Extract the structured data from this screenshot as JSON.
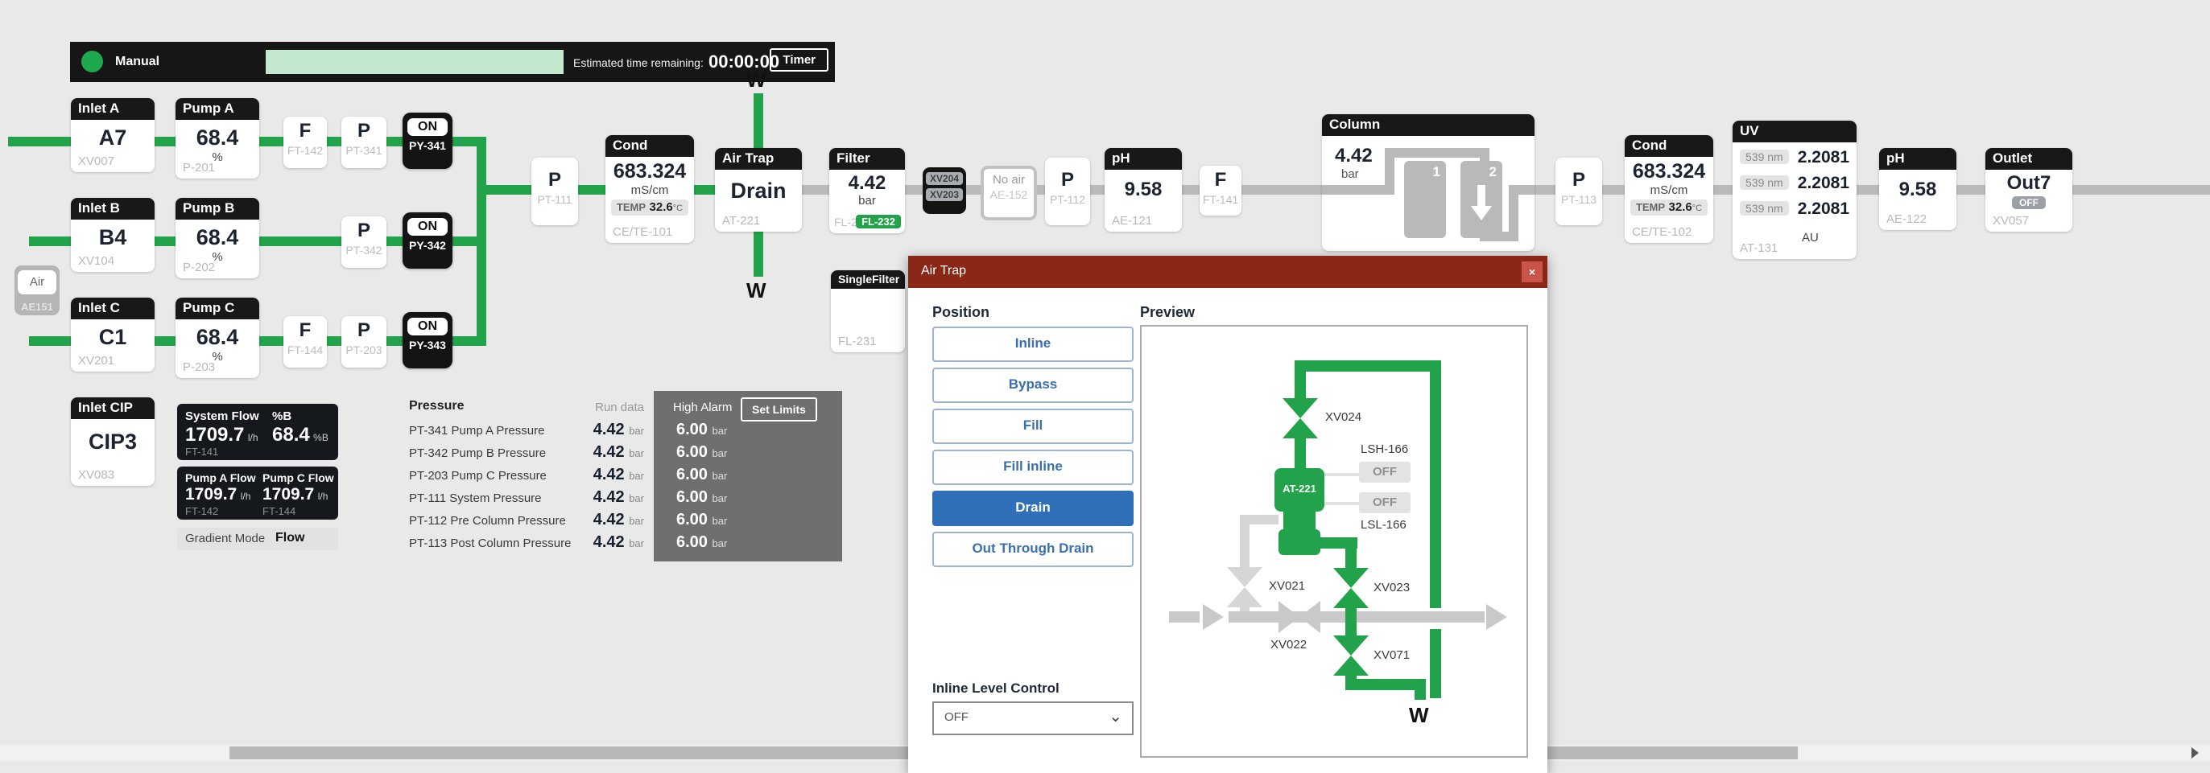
{
  "colors": {
    "accent_green": "#22a24a",
    "pipe_gray": "#b9b9b9",
    "dialog_red": "#8a2716",
    "selected_blue": "#2f6fb8",
    "alarm_panel_gray": "#6f6f6f",
    "progress_green": "#c4e8cd"
  },
  "topbar": {
    "mode": "Manual",
    "eta_label": "Estimated time remaining:",
    "eta_value": "00:00:00",
    "timer": "Timer"
  },
  "rows": {
    "a": {
      "inlet": {
        "title": "Inlet A",
        "value": "A7",
        "tag": "XV007"
      },
      "pump": {
        "title": "Pump A",
        "value": "68.4",
        "unit": "%",
        "tag": "P-201"
      },
      "f": {
        "letter": "F",
        "tag": "FT-142"
      },
      "p": {
        "letter": "P",
        "tag": "PT-341"
      },
      "valve": {
        "state": "ON",
        "tag": "PY-341"
      }
    },
    "b": {
      "inlet": {
        "title": "Inlet B",
        "value": "B4",
        "tag": "XV104"
      },
      "pump": {
        "title": "Pump B",
        "value": "68.4",
        "unit": "%",
        "tag": "P-202"
      },
      "p": {
        "letter": "P",
        "tag": "PT-342"
      },
      "valve": {
        "state": "ON",
        "tag": "PY-342"
      }
    },
    "c": {
      "inlet": {
        "title": "Inlet C",
        "value": "C1",
        "tag": "XV201"
      },
      "pump": {
        "title": "Pump C",
        "value": "68.4",
        "unit": "%",
        "tag": "P-203"
      },
      "f": {
        "letter": "F",
        "tag": "FT-144"
      },
      "p": {
        "letter": "P",
        "tag": "PT-203"
      },
      "valve": {
        "state": "ON",
        "tag": "PY-343"
      }
    }
  },
  "air_inlet": {
    "label": "Air",
    "tag": "AE151"
  },
  "inlet_cip": {
    "title": "Inlet CIP",
    "value": "CIP3",
    "tag": "XV083"
  },
  "main": {
    "pt111": {
      "letter": "P",
      "tag": "PT-111"
    },
    "cond1": {
      "title": "Cond",
      "value": "683.324",
      "unit": "mS/cm",
      "temp_label": "TEMP",
      "temp_value": "32.6",
      "temp_unit": "°C",
      "tag": "CE/TE-101"
    },
    "airtrap": {
      "title": "Air Trap",
      "value": "Drain",
      "tag": "AT-221",
      "waste_top": "W",
      "waste_bottom": "W"
    },
    "filter": {
      "title": "Filter",
      "value": "4.42",
      "unit": "bar",
      "tag_inactive": "FL-231",
      "tag_active": "FL-232"
    },
    "xv_group": {
      "top": "XV204",
      "bottom": "XV203"
    },
    "no_air": {
      "label": "No air",
      "tag": "AE-152"
    },
    "pt112": {
      "letter": "P",
      "tag": "PT-112"
    },
    "ph1": {
      "title": "pH",
      "value": "9.58",
      "tag": "AE-121"
    },
    "ft141": {
      "letter": "F",
      "tag": "FT-141"
    },
    "column": {
      "title": "Column",
      "value": "4.42",
      "unit": "bar",
      "col1": "1",
      "col2": "2"
    },
    "pt113": {
      "letter": "P",
      "tag": "PT-113"
    },
    "cond2": {
      "title": "Cond",
      "value": "683.324",
      "unit": "mS/cm",
      "temp_label": "TEMP",
      "temp_value": "32.6",
      "temp_unit": "°C",
      "tag": "CE/TE-102"
    },
    "uv": {
      "title": "UV",
      "rows": [
        {
          "wl": "539 nm",
          "value": "2.2081"
        },
        {
          "wl": "539 nm",
          "value": "2.2081"
        },
        {
          "wl": "539 nm",
          "value": "2.2081"
        }
      ],
      "unit": "AU",
      "tag": "AT-131"
    },
    "ph2": {
      "title": "pH",
      "value": "9.58",
      "tag": "AE-122"
    },
    "outlet": {
      "title": "Outlet",
      "value": "Out7",
      "state": "OFF",
      "tag": "XV057"
    },
    "singlefilter": {
      "title": "SingleFilter",
      "tag": "FL-231"
    }
  },
  "flow_panel": {
    "system_flow": {
      "label": "System Flow",
      "value": "1709.7",
      "unit": "l/h",
      "tag": "FT-141"
    },
    "percent_b": {
      "label": "%B",
      "value": "68.4",
      "unit": "%B"
    },
    "pump_a_flow": {
      "label": "Pump A Flow",
      "value": "1709.7",
      "unit": "l/h",
      "tag": "FT-142"
    },
    "pump_c_flow": {
      "label": "Pump C Flow",
      "value": "1709.7",
      "unit": "l/h",
      "tag": "FT-144"
    },
    "gradient_label": "Gradient Mode",
    "gradient_value": "Flow"
  },
  "pressure": {
    "title": "Pressure",
    "run_header": "Run data",
    "alarm_header": "High Alarm",
    "set_limits": "Set Limits",
    "rows": [
      {
        "label": "PT-341 Pump A Pressure",
        "run": "4.42",
        "run_unit": "bar",
        "alarm": "6.00",
        "alarm_unit": "bar"
      },
      {
        "label": "PT-342 Pump B Pressure",
        "run": "4.42",
        "run_unit": "bar",
        "alarm": "6.00",
        "alarm_unit": "bar"
      },
      {
        "label": "PT-203 Pump C Pressure",
        "run": "4.42",
        "run_unit": "bar",
        "alarm": "6.00",
        "alarm_unit": "bar"
      },
      {
        "label": "PT-111 System Pressure",
        "run": "4.42",
        "run_unit": "bar",
        "alarm": "6.00",
        "alarm_unit": "bar"
      },
      {
        "label": "PT-112 Pre Column Pressure",
        "run": "4.42",
        "run_unit": "bar",
        "alarm": "6.00",
        "alarm_unit": "bar"
      },
      {
        "label": "PT-113 Post Column Pressure",
        "run": "4.42",
        "run_unit": "bar",
        "alarm": "6.00",
        "alarm_unit": "bar"
      }
    ]
  },
  "dialog": {
    "title": "Air Trap",
    "close": "×",
    "position_label": "Position",
    "buttons": [
      {
        "label": "Inline",
        "selected": false
      },
      {
        "label": "Bypass",
        "selected": false
      },
      {
        "label": "Fill",
        "selected": false
      },
      {
        "label": "Fill inline",
        "selected": false
      },
      {
        "label": "Drain",
        "selected": true
      },
      {
        "label": "Out Through Drain",
        "selected": false
      }
    ],
    "ilc_label": "Inline Level Control",
    "ilc_value": "OFF",
    "preview_label": "Preview",
    "preview": {
      "xv024": "XV024",
      "xv021": "XV021",
      "xv022": "XV022",
      "xv023": "XV023",
      "xv071": "XV071",
      "vessel": "AT-221",
      "lsh": "LSH-166",
      "lsh_state": "OFF",
      "lsl_state": "OFF",
      "lsl": "LSL-166",
      "waste": "W"
    }
  }
}
